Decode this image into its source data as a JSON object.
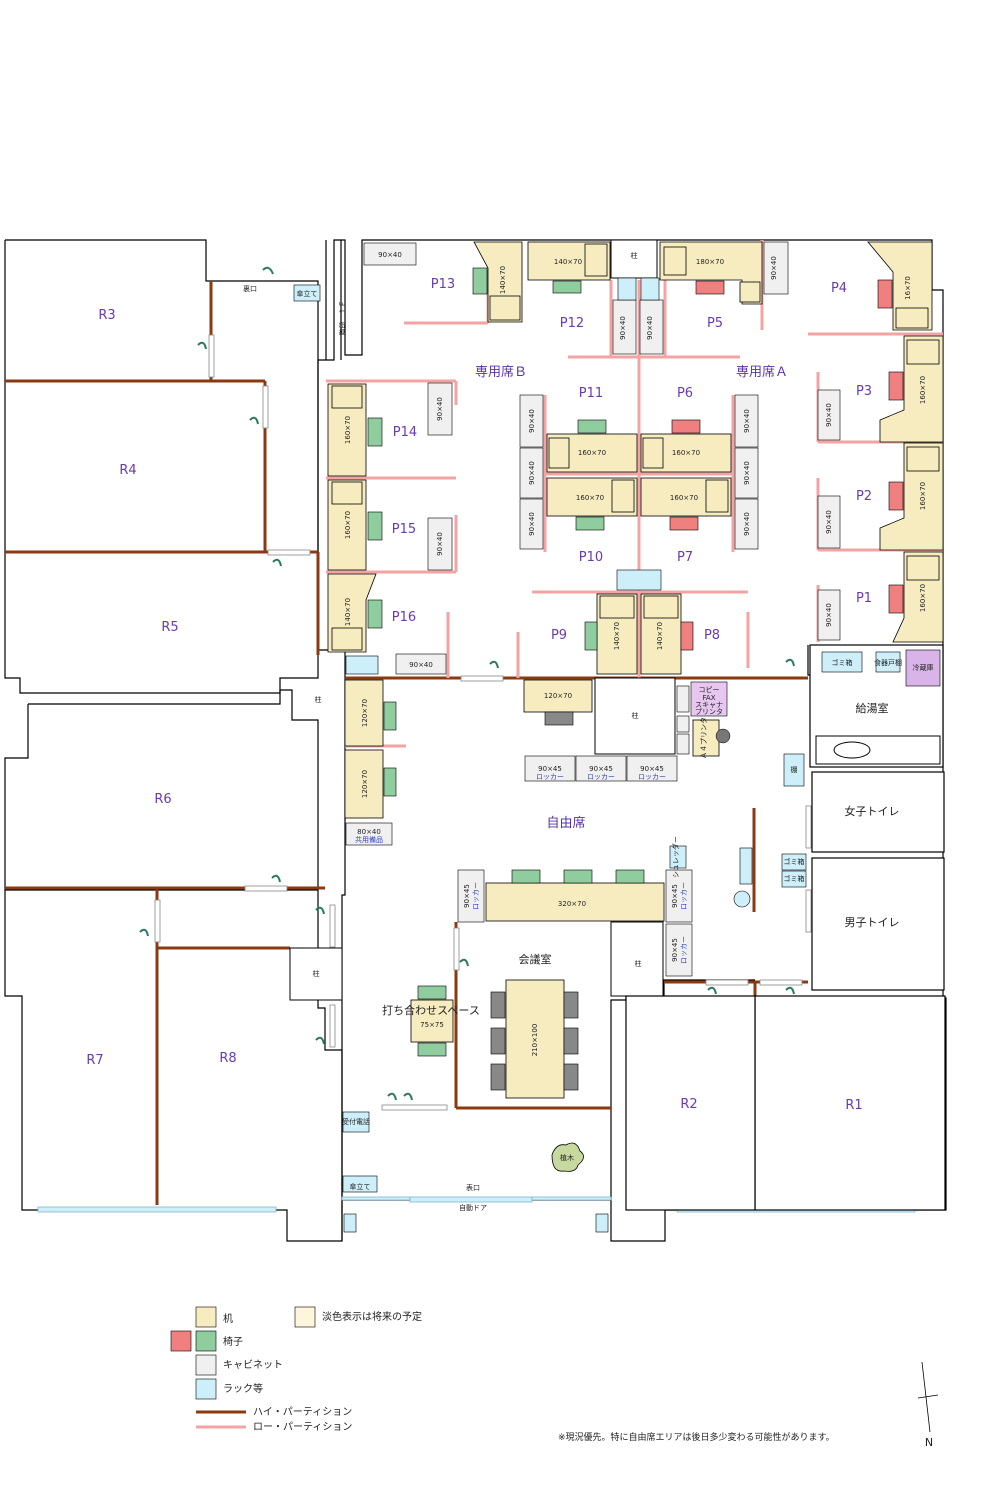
{
  "rooms": {
    "r1": "R1",
    "r2": "R2",
    "r3": "R3",
    "r4": "R4",
    "r5": "R5",
    "r6": "R6",
    "r7": "R7",
    "r8": "R8"
  },
  "seats": {
    "p1": "P1",
    "p2": "P2",
    "p3": "P3",
    "p4": "P4",
    "p5": "P5",
    "p6": "P6",
    "p7": "P7",
    "p8": "P8",
    "p9": "P9",
    "p10": "P10",
    "p11": "P11",
    "p12": "P12",
    "p13": "P13",
    "p14": "P14",
    "p15": "P15",
    "p16": "P16"
  },
  "zones": {
    "reserved_a": "専用席Ａ",
    "reserved_b": "専用席Ｂ",
    "free_seats": "自由席",
    "kitchen": "給湯室",
    "womens_toilet": "女子トイレ",
    "mens_toilet": "男子トイレ",
    "meeting_room": "会議室",
    "meeting_space": "打ち合わせスペース",
    "back_door": "裏口",
    "front_door": "表口",
    "auto_door": "自動ドア"
  },
  "sizes": {
    "s90x40": "90×40",
    "s140x70": "140×70",
    "s180x70": "180×70",
    "s160x70": "160×70",
    "s16x70": "16×70",
    "s120x70": "120×70",
    "s90x45": "90×45",
    "s80x40": "80×40",
    "s320x70": "320×70",
    "s210x100": "210×100",
    "s75x75": "75×75"
  },
  "small_labels": {
    "pillar": "柱",
    "umbrella": "傘立て",
    "locker": "ロッカー",
    "shared_supplies": "共用備品",
    "trash": "ゴミ箱",
    "dish_shelf": "食器戸棚",
    "fridge": "冷蔵庫",
    "copier_line1": "コピー",
    "copier_line2": "FAX",
    "copier_line3": "スキャナ",
    "copier_line4": "プリンタ",
    "shredder": "シュレッダー",
    "plant": "植木",
    "reception_phone": "受付電話",
    "stairs": "階段　１Ｆ",
    "a4_printer": "Ａ４プリンタ",
    "shelf": "棚"
  },
  "legend": {
    "desk": "机",
    "chair": "椅子",
    "cabinet": "キャビネット",
    "rack": "ラック等",
    "high_partition": "ハイ・パーティション",
    "low_partition": "ロー・パーティション",
    "future_note": "淡色表示は将来の予定"
  },
  "footer_note": "※現況優先。特に自由席エリアは後日多少変わる可能性があります。",
  "compass": "N",
  "colors": {
    "desk": "#f7ecc0",
    "desk_future": "#fdf6dc",
    "chair_red": "#f08080",
    "chair_green": "#8fcc9e",
    "cabinet": "#f0f0f0",
    "rack": "#cdeffa",
    "high_partition": "#8a3a12",
    "low_partition": "#f4a3a3",
    "label_purple": "#6a3ab0",
    "fridge": "#d9b4e8"
  }
}
